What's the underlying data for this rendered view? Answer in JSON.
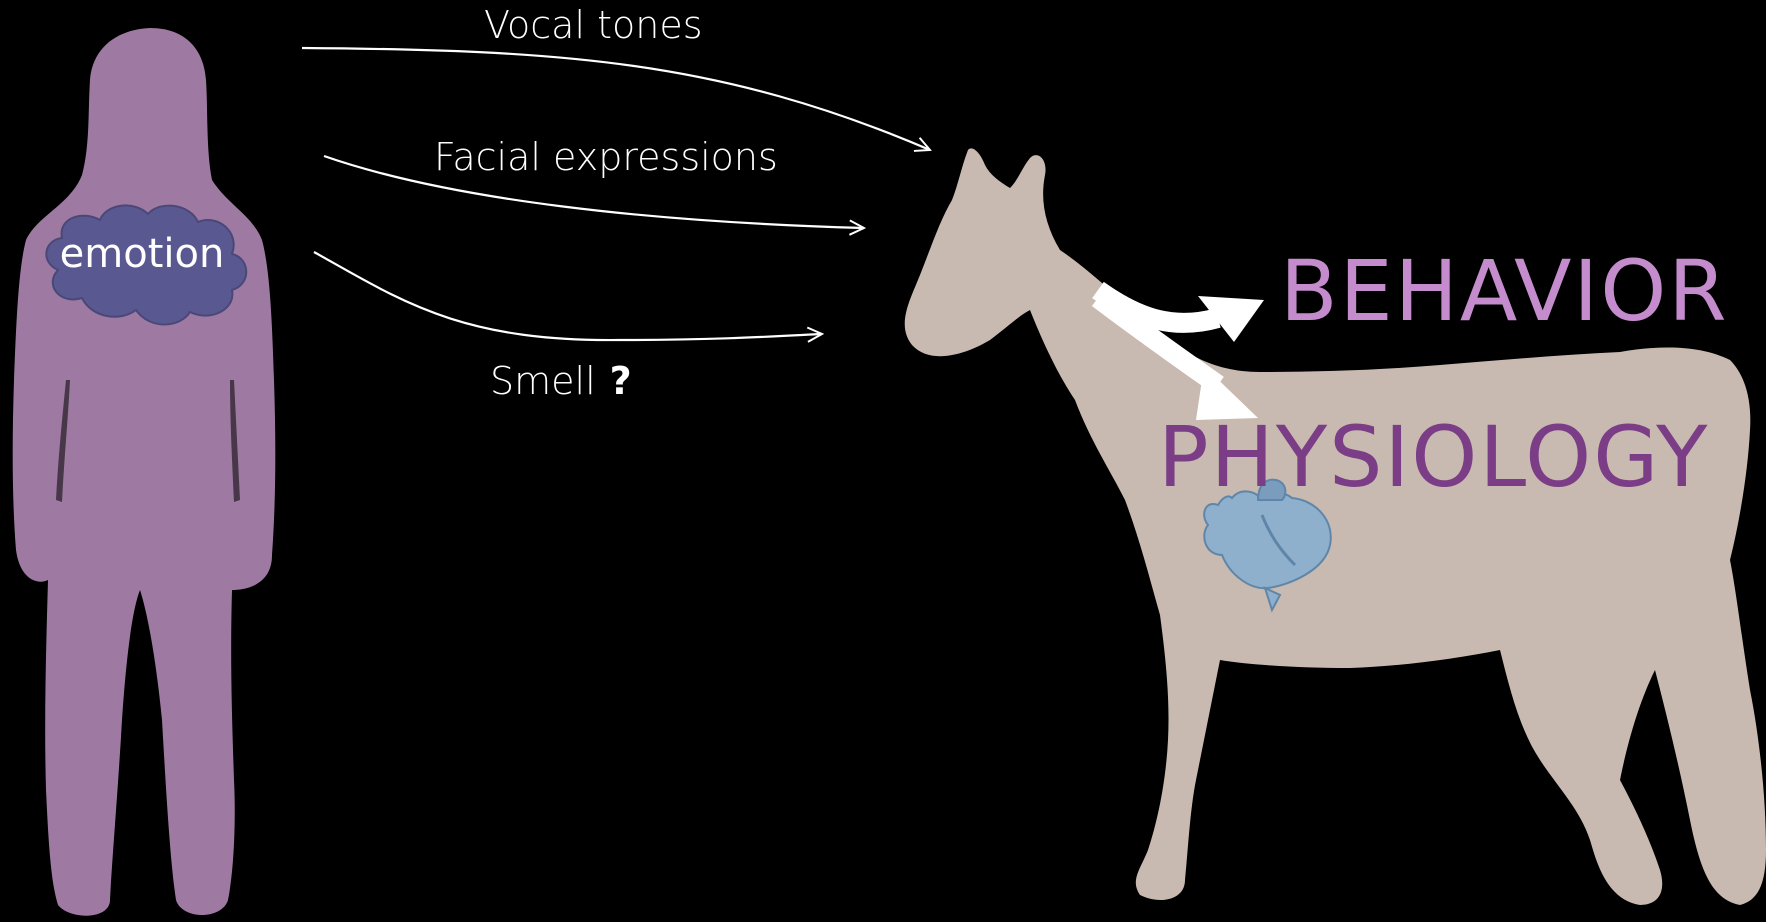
{
  "human": {
    "emotion_label": "emotion"
  },
  "cues": {
    "vocal": "Vocal tones",
    "facial": "Facial expressions",
    "smell": "Smell",
    "smell_mark": "?"
  },
  "horse": {
    "behavior_label": "BEHAVIOR",
    "physiology_label": "PHYSIOLOGY"
  },
  "colors": {
    "background": "#000000",
    "human_silhouette": "#9e7aa2",
    "emotion_cloud": "#5a5890",
    "horse_silhouette": "#c8bab0",
    "behavior_text": "#c48ccc",
    "physiology_text": "#7a3d86",
    "arrow": "#ffffff",
    "heart": "#8fb0cc"
  },
  "icons": {
    "human": "person-silhouette-icon",
    "horse": "horse-silhouette-icon",
    "heart": "heart-organ-icon",
    "cloud": "thought-cloud-icon"
  }
}
